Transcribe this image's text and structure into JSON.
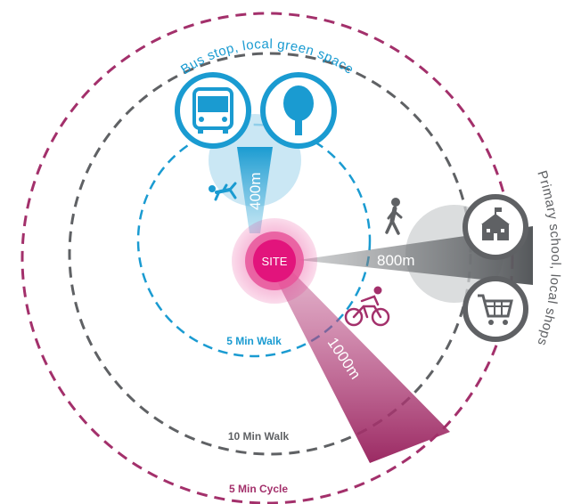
{
  "center_label": "SITE",
  "rings": {
    "inner": "5 Min Walk",
    "middle": "10 Min Walk",
    "outer": "5 Min Cycle"
  },
  "arc_labels": {
    "bus_green": "Bus stop, local green space",
    "school_shops": "Primary school, local shops"
  },
  "distances": {
    "bus": "400m",
    "school": "800m",
    "cycle": "1000m"
  },
  "icons": {
    "bus": "bus-icon",
    "tree": "tree-icon",
    "school": "school-icon",
    "cart": "shopping-cart-icon",
    "runner": "running-person-icon",
    "walker": "walking-person-icon",
    "cyclist": "cyclist-icon"
  },
  "colors": {
    "blue": "#1a9bd1",
    "grey": "#5f6164",
    "purple": "#a3306b",
    "pink": "#e2147c"
  }
}
